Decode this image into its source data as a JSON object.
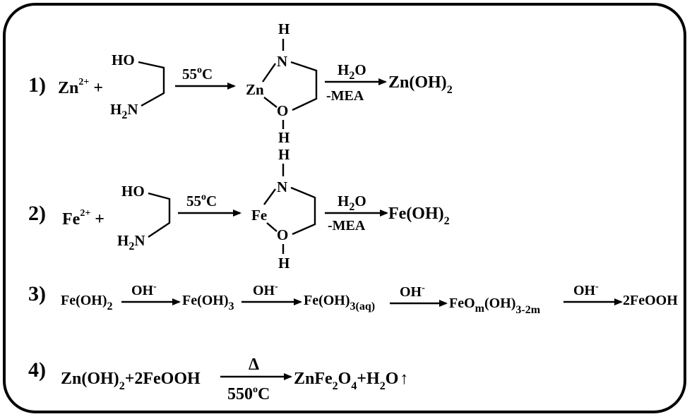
{
  "steps": [
    {
      "number": "1)",
      "metal": "Zn",
      "charge": "2+",
      "plus": "+",
      "amine": {
        "ho": "HO",
        "h": "H",
        "two": "2",
        "n": "N"
      },
      "condition": {
        "temp": "55",
        "degree": "o",
        "unit": "C"
      },
      "complex": {
        "metal": "Zn",
        "n": "N",
        "o": "O",
        "h_top": "H",
        "h_bottom": "H"
      },
      "reagent": {
        "h": "H",
        "two": "2",
        "o": "O",
        "loss": "-MEA"
      },
      "product": {
        "base": "Zn(OH)",
        "sub": "2"
      }
    },
    {
      "number": "2)",
      "metal": "Fe",
      "charge": "2+",
      "plus": "+",
      "amine": {
        "ho": "HO",
        "h": "H",
        "two": "2",
        "n": "N"
      },
      "condition": {
        "temp": "55",
        "degree": "o",
        "unit": "C"
      },
      "complex": {
        "metal": "Fe",
        "n": "N",
        "o": "O",
        "h_top": "H",
        "h_bottom": "H"
      },
      "reagent": {
        "h": "H",
        "two": "2",
        "o": "O",
        "loss": "-MEA"
      },
      "product": {
        "base": "Fe(OH)",
        "sub": "2"
      }
    }
  ],
  "step3": {
    "number": "3)",
    "species": [
      {
        "base": "Fe(OH)",
        "sub": "2"
      },
      {
        "base": "Fe(OH)",
        "sub": "3"
      },
      {
        "base": "Fe(OH)",
        "sub": "3(aq)"
      },
      {
        "a": "FeO",
        "m": "m",
        "b": "(OH)",
        "sub2": "3-2m"
      },
      {
        "base": "2FeOOH"
      }
    ],
    "arrow_label": {
      "oh": "OH",
      "minus": "-"
    }
  },
  "step4": {
    "number": "4)",
    "left": {
      "a": "Zn(OH)",
      "sub": "2",
      "b": "+2FeOOH"
    },
    "above": "Δ",
    "below": {
      "temp": "550",
      "degree": "o",
      "unit": "C"
    },
    "right": {
      "a": "ZnFe",
      "s1": "2",
      "b": "O",
      "s2": "4",
      "c": "+H",
      "s3": "2",
      "d": "O"
    },
    "gas": "↑"
  }
}
